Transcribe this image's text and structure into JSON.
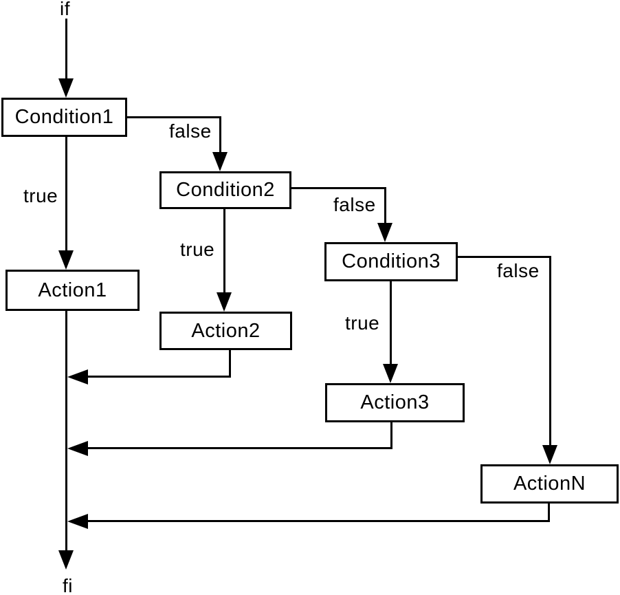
{
  "flowchart": {
    "title_semantic": "if-elif-else control flow diagram",
    "entry_label": "if",
    "exit_label": "fi",
    "nodes": [
      {
        "id": "condition1",
        "type": "condition",
        "label": "Condition1"
      },
      {
        "id": "condition2",
        "type": "condition",
        "label": "Condition2"
      },
      {
        "id": "condition3",
        "type": "condition",
        "label": "Condition3"
      },
      {
        "id": "action1",
        "type": "action",
        "label": "Action1"
      },
      {
        "id": "action2",
        "type": "action",
        "label": "Action2"
      },
      {
        "id": "action3",
        "type": "action",
        "label": "Action3"
      },
      {
        "id": "actionN",
        "type": "action",
        "label": "ActionN"
      }
    ],
    "edges": [
      {
        "from": "entry",
        "to": "condition1",
        "label": ""
      },
      {
        "from": "condition1",
        "to": "action1",
        "label": "true"
      },
      {
        "from": "condition1",
        "to": "condition2",
        "label": "false"
      },
      {
        "from": "condition2",
        "to": "action2",
        "label": "true"
      },
      {
        "from": "condition2",
        "to": "condition3",
        "label": "false"
      },
      {
        "from": "condition3",
        "to": "action3",
        "label": "true"
      },
      {
        "from": "condition3",
        "to": "actionN",
        "label": "false"
      },
      {
        "from": "action1",
        "to": "exit",
        "label": ""
      },
      {
        "from": "action2",
        "to": "main-line",
        "label": ""
      },
      {
        "from": "action3",
        "to": "main-line",
        "label": ""
      },
      {
        "from": "actionN",
        "to": "main-line",
        "label": ""
      }
    ],
    "colors": {
      "line": "#000000",
      "box_fill": "#ffffff",
      "box_border": "#000000",
      "text": "#000000",
      "background": "#ffffff"
    }
  }
}
